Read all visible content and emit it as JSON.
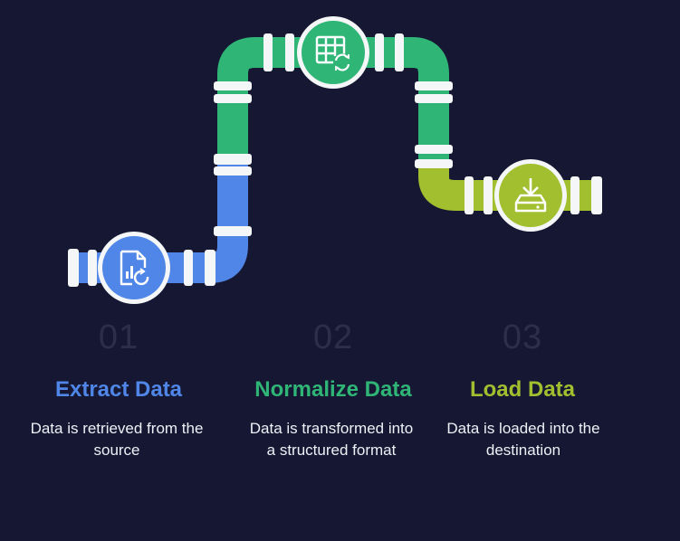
{
  "steps": [
    {
      "number": "01",
      "title": "Extract Data",
      "description": "Data is retrieved from the source",
      "color": "#4f86e7",
      "icon": "document-chart-refresh-icon"
    },
    {
      "number": "02",
      "title": "Normalize Data",
      "description": "Data is transformed into a structured format",
      "color": "#2fb576",
      "icon": "table-refresh-icon"
    },
    {
      "number": "03",
      "title": "Load Data",
      "description": "Data is loaded into the destination",
      "color": "#a2bf2f",
      "icon": "download-drive-icon"
    }
  ],
  "colors": {
    "background": "#161833",
    "number": "#2c2f4a",
    "pipe_blue": "#4f86e7",
    "pipe_green": "#2fb576",
    "pipe_lime": "#a2bf2f",
    "coupling": "#f4f6f8"
  }
}
